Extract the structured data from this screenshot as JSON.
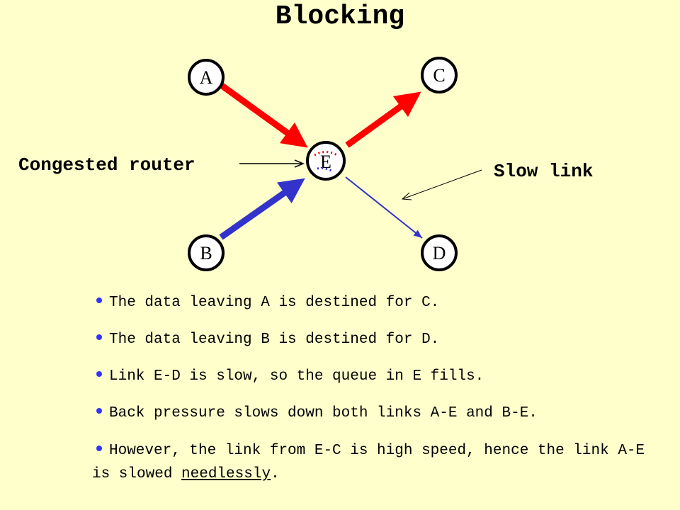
{
  "title": "Blocking",
  "nodes": {
    "a": "A",
    "b": "B",
    "c": "C",
    "d": "D",
    "e": "E"
  },
  "callouts": {
    "congested_router": "Congested router",
    "slow_link": "Slow link"
  },
  "colors": {
    "background": "#FFFFCC",
    "fast_link": "#FF0000",
    "b_link": "#3333CC",
    "slow_link": "#3333CC",
    "bullet": "#3333FF"
  },
  "bullets": [
    "The data leaving A is destined for C.",
    "The data leaving B is destined for D.",
    "Link E-D is slow, so the queue in E fills.",
    "Back pressure slows down both links A-E and B-E."
  ],
  "last_bullet": {
    "text": "However, the link from E-C is high speed, hence the link A-E is slowed ",
    "emphasis": "needlessly",
    "end": "."
  }
}
